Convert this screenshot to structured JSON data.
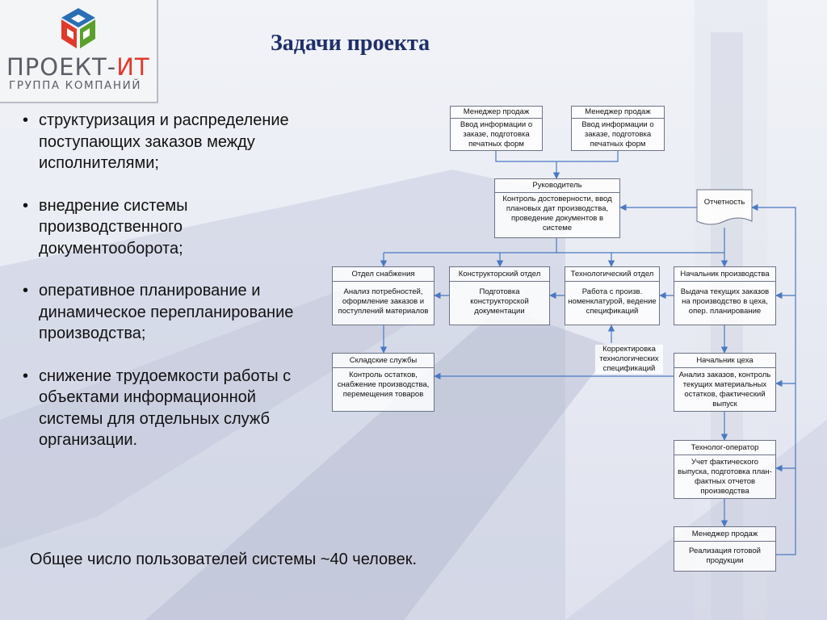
{
  "logo": {
    "name_part1": "ПРОЕКТ-",
    "name_part2": "ИТ",
    "subtitle": "ГРУППА КОМПАНИЙ",
    "colors": {
      "red": "#e03a2a",
      "green": "#5aa02c",
      "blue": "#2a6fb5",
      "gray": "#5b5e66"
    }
  },
  "title": "Задачи проекта",
  "bullets": [
    "структуризация и распределение поступающих заказов между исполнителями;",
    "внедрение системы производственного документооборота;",
    "оперативное планирование и динамическое перепланирование производства;",
    "снижение трудоемкости работы с объектами информационной системы для отдельных служб организации."
  ],
  "footer": "Общее число пользователей системы ~40 человек.",
  "diagram": {
    "sales1": {
      "title": "Менеджер продаж",
      "body": "Ввод информации о заказе, подготовка печатных форм"
    },
    "sales2": {
      "title": "Менеджер продаж",
      "body": "Ввод информации о заказе, подготовка печатных форм"
    },
    "head": {
      "title": "Руководитель",
      "body": "Контроль достоверности, ввод плановых дат производства, проведение документов в системе"
    },
    "report": {
      "label": "Отчетность"
    },
    "supply": {
      "title": "Отдел снабжения",
      "body": "Анализ потребностей, оформление заказов и поступлений материалов"
    },
    "design": {
      "title": "Конструкторский отдел",
      "body": "Подготовка конструкторской документации"
    },
    "tech": {
      "title": "Технологический отдел",
      "body": "Работа с произв. номенклатурой, ведение спецификаций"
    },
    "prodhead": {
      "title": "Начальник производства",
      "body": "Выдача текущих заказов на производство в цеха, опер. планирование"
    },
    "warehouse": {
      "title": "Складские службы",
      "body": "Контроль остатков, снабжение производства, перемещения товаров"
    },
    "correction": {
      "label": "Корректировка технологических спецификаций"
    },
    "shophead": {
      "title": "Начальник цеха",
      "body": "Анализ заказов, контроль текущих материальных остатков, фактический выпуск"
    },
    "operator": {
      "title": "Технолог-оператор",
      "body": "Учет фактического выпуска, подготовка план-фактных отчетов производства"
    },
    "sales3": {
      "title": "Менеджер продаж",
      "body": "Реализация готовой продукции"
    }
  },
  "colors": {
    "title": "#1f2f6a",
    "connector": "#4a78c2",
    "box_border": "#6d7488"
  }
}
